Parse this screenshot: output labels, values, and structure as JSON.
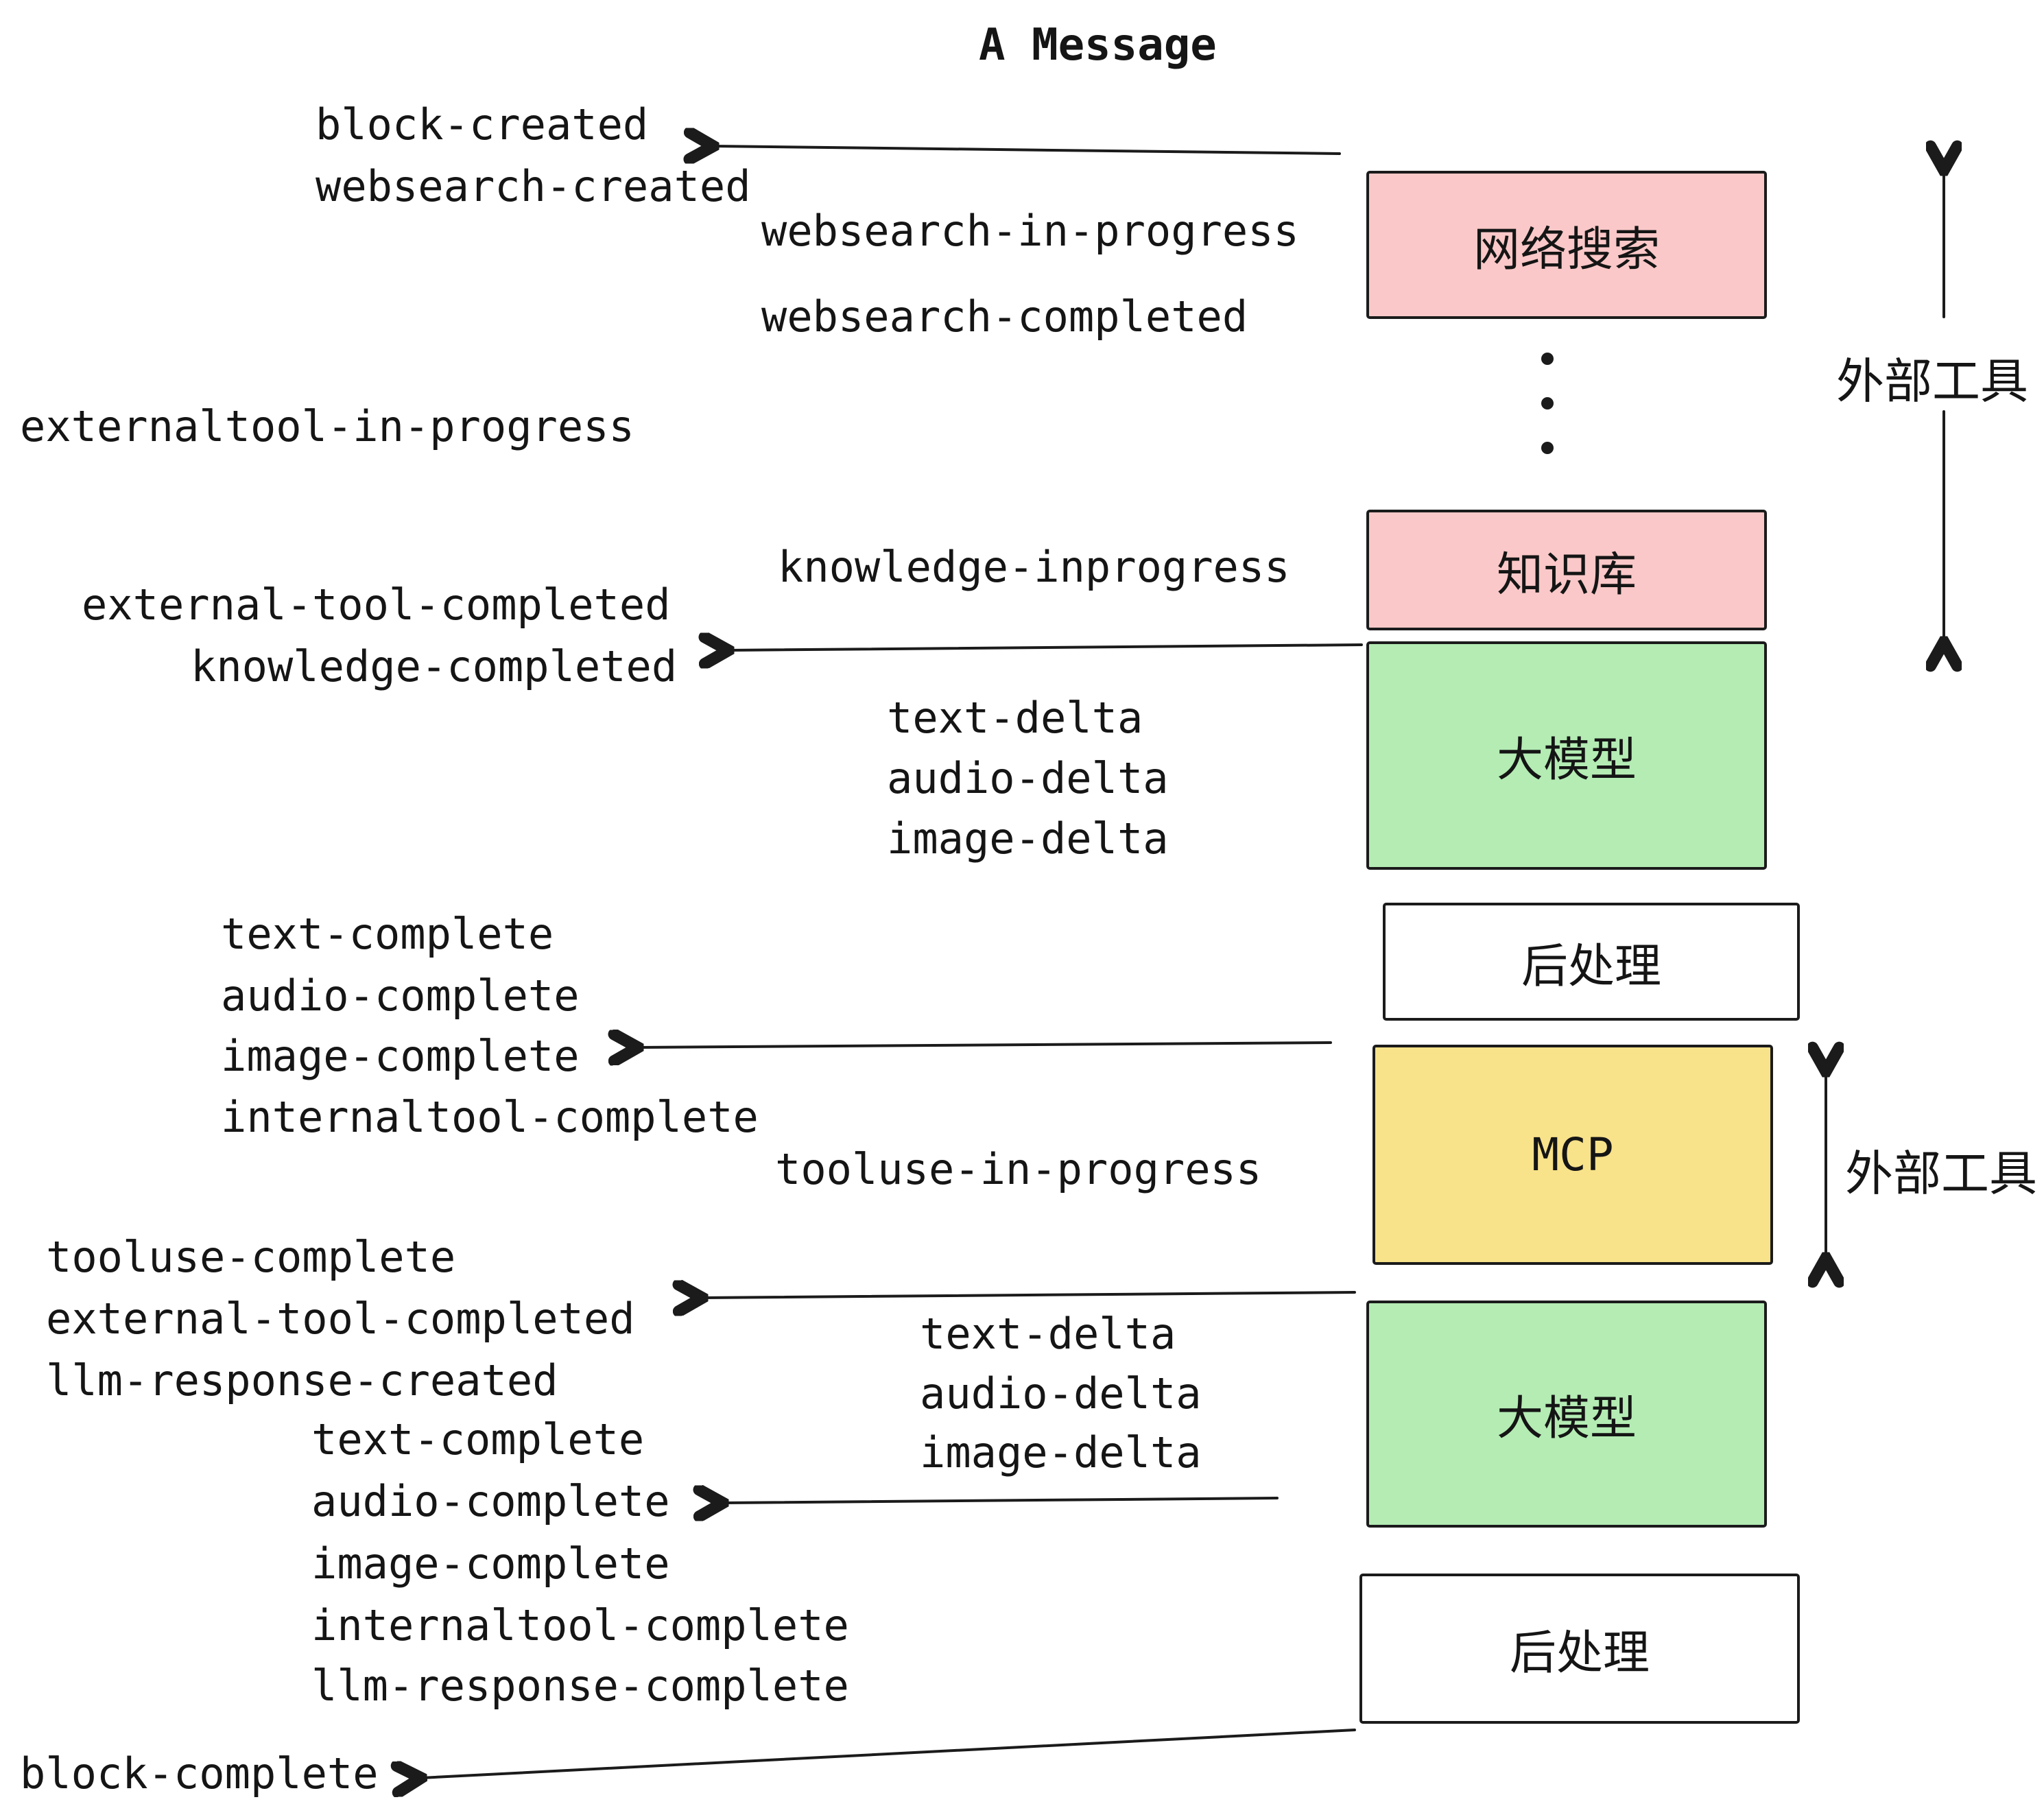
{
  "title": "A Message",
  "labels": {
    "start": [
      "block-created",
      "websearch-created"
    ],
    "websearch": [
      "websearch-in-progress",
      "websearch-completed"
    ],
    "externaltool_in_progress": "externaltool-in-progress",
    "knowledge_inprogress": "knowledge-inprogress",
    "external_done": [
      "external-tool-completed",
      "knowledge-completed"
    ],
    "delta_1": [
      "text-delta",
      "audio-delta",
      "image-delta"
    ],
    "complete_1": [
      "text-complete",
      "audio-complete",
      "image-complete",
      "internaltool-complete"
    ],
    "tooluse_in_progress": "tooluse-in-progress",
    "tool_result": [
      "tooluse-complete",
      "external-tool-completed",
      "llm-response-created"
    ],
    "delta_2": [
      "text-delta",
      "audio-delta",
      "image-delta"
    ],
    "complete_2": [
      "text-complete",
      "audio-complete",
      "image-complete",
      "internaltool-complete",
      "llm-response-complete"
    ],
    "block_complete": "block-complete"
  },
  "boxes": {
    "websearch": {
      "label": "网络搜索",
      "fill": "#FAC8C8"
    },
    "knowledge": {
      "label": "知识库",
      "fill": "#FAC8C8"
    },
    "llm_1": {
      "label": "大模型",
      "fill": "#B4ECB4"
    },
    "post_1": {
      "label": "后处理",
      "fill": "#FFFFFF"
    },
    "mcp": {
      "label": "MCP",
      "fill": "#F8E28A"
    },
    "llm_2": {
      "label": "大模型",
      "fill": "#B4ECB4"
    },
    "post_2": {
      "label": "后处理",
      "fill": "#FFFFFF"
    }
  },
  "annotations": {
    "external_tools_top": "外部工具",
    "external_tools_bottom": "外部工具"
  },
  "colors": {
    "pink": "#FAC8C8",
    "green": "#B4ECB4",
    "yellow": "#F8E28A",
    "line": "#1b1b1b"
  }
}
